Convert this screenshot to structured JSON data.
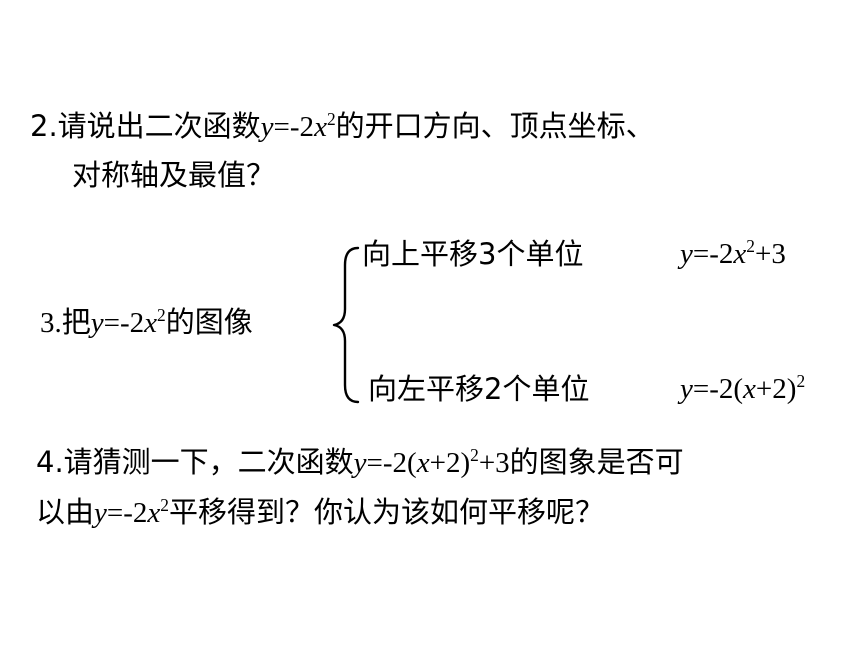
{
  "q2": {
    "prefix": "2.请说出二次函数",
    "y": "y",
    "eq_a": "=-2",
    "x": "x",
    "exp": "2",
    "suffix": "的开口方向、顶点坐标、",
    "line2": "对称轴及最值？"
  },
  "q3": {
    "prefix": "3.把",
    "y": "y",
    "eq_a": "=-2",
    "x": "x",
    "exp": "2",
    "suffix": "的图像",
    "up": {
      "label": "向上平移3个单位",
      "y": "y",
      "eq_a": "=-2",
      "x": "x",
      "exp": "2",
      "tail": "+3"
    },
    "left": {
      "label": "向左平移2个单位",
      "y": "y",
      "eq_a": "=-2(",
      "x": "x",
      "tail": "+2)",
      "exp": "2"
    }
  },
  "q4": {
    "prefix": "4.请猜测一下，二次函数",
    "y": "y",
    "eq_a": "=-2(",
    "x": "x",
    "mid": "+2)",
    "exp": "2",
    "tail": "+3",
    "suffix": "的图象是否可",
    "line2_prefix": "以由",
    "line2_y": "y",
    "line2_eq": "=-2",
    "line2_x": "x",
    "line2_exp": "2",
    "line2_suffix": "平移得到？你认为该如何平移呢？"
  }
}
